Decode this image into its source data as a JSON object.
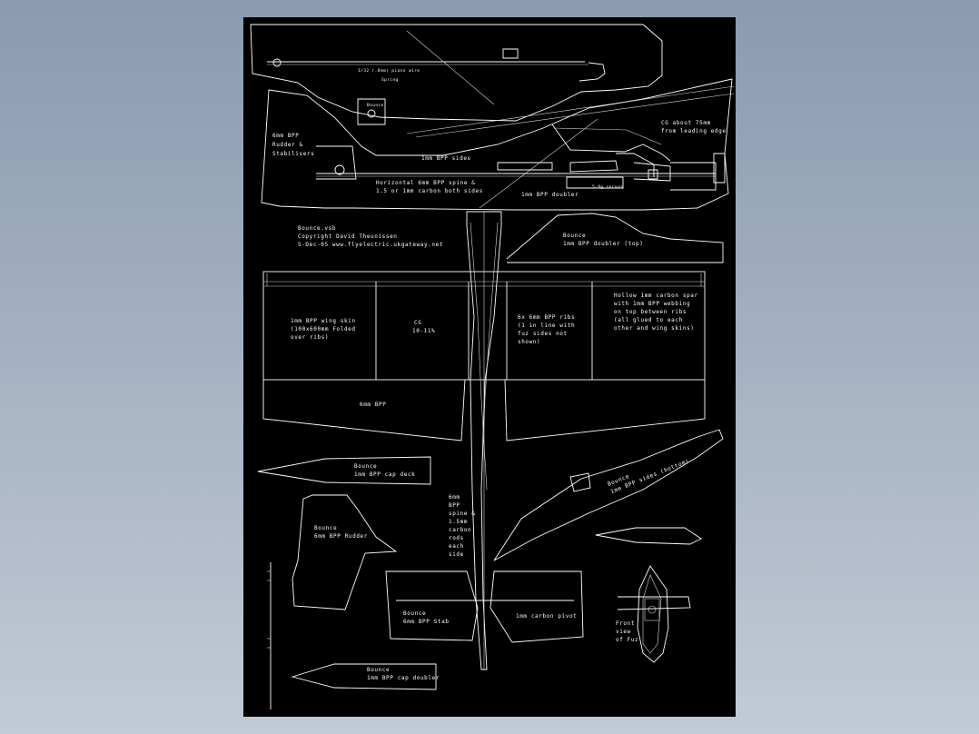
{
  "plan": {
    "spring_note": "Spring",
    "piano_wire_note": "1/32 (.8mm) piano wire",
    "wire_note_2": "",
    "pushrod_note": "",
    "small_label_1": "Bounce",
    "small_label_2": "",
    "rudder_stab": [
      "6mm BPP",
      "Rudder &",
      "Stabilisers"
    ],
    "pushrod_guide": [
      "",
      ""
    ],
    "sides": "1mm BPP sides",
    "horizontal": [
      "Horizontal 6mm BPP spine &",
      "1.5 or 1mm carbon both sides"
    ],
    "doubler": "1mm BPP doubler",
    "servos": "5-9g servos",
    "cg": [
      "CG about 75mm",
      "from leading edge"
    ],
    "title_block": [
      "Bounce.vsb",
      "Copyright David Theunissen",
      "5-Dec-05 www.flyelectric.ukgateway.net"
    ],
    "top_doubler": [
      "Bounce",
      "1mm BPP doubler (top)"
    ],
    "wing_skin": [
      "1mm BPP wing skin",
      "(100x600mm Folded",
      "over ribs)"
    ],
    "wing_cg": [
      "CG",
      "10-11%"
    ],
    "ribs": [
      "6x 6mm BPP ribs",
      "(1 in line with",
      "fuz sides not",
      "shown)"
    ],
    "spar": [
      "Hollow 1mm carbon spar",
      "with 1mm BPP webbing",
      "on top between ribs",
      "(all glued to each",
      "other and wing skins)"
    ],
    "aileron": "6mm BPP",
    "cap_deck": [
      "Bounce",
      "1mm BPP cap deck"
    ],
    "spine": [
      "6mm",
      "BPP",
      "spine &",
      "1.5mm",
      "carbon",
      "rods",
      "each",
      "side"
    ],
    "rudder": [
      "Bounce",
      "6mm BPP Rudder"
    ],
    "stab": [
      "Bounce",
      "6mm BPP Stab"
    ],
    "pivot": "1mm carbon pivot",
    "front_view": [
      "Front",
      "view",
      "of Fuz"
    ],
    "cap_doubler": [
      "Bounce",
      "1mm BPP cap doubler"
    ],
    "side_fuz": [
      "Bounce",
      "1mm BPP sides (bottom)"
    ]
  },
  "colors": {
    "background": "#000000",
    "lines": "#ffffff",
    "frame_top": "#8a9ab0",
    "frame_bottom": "#c2cad5"
  }
}
